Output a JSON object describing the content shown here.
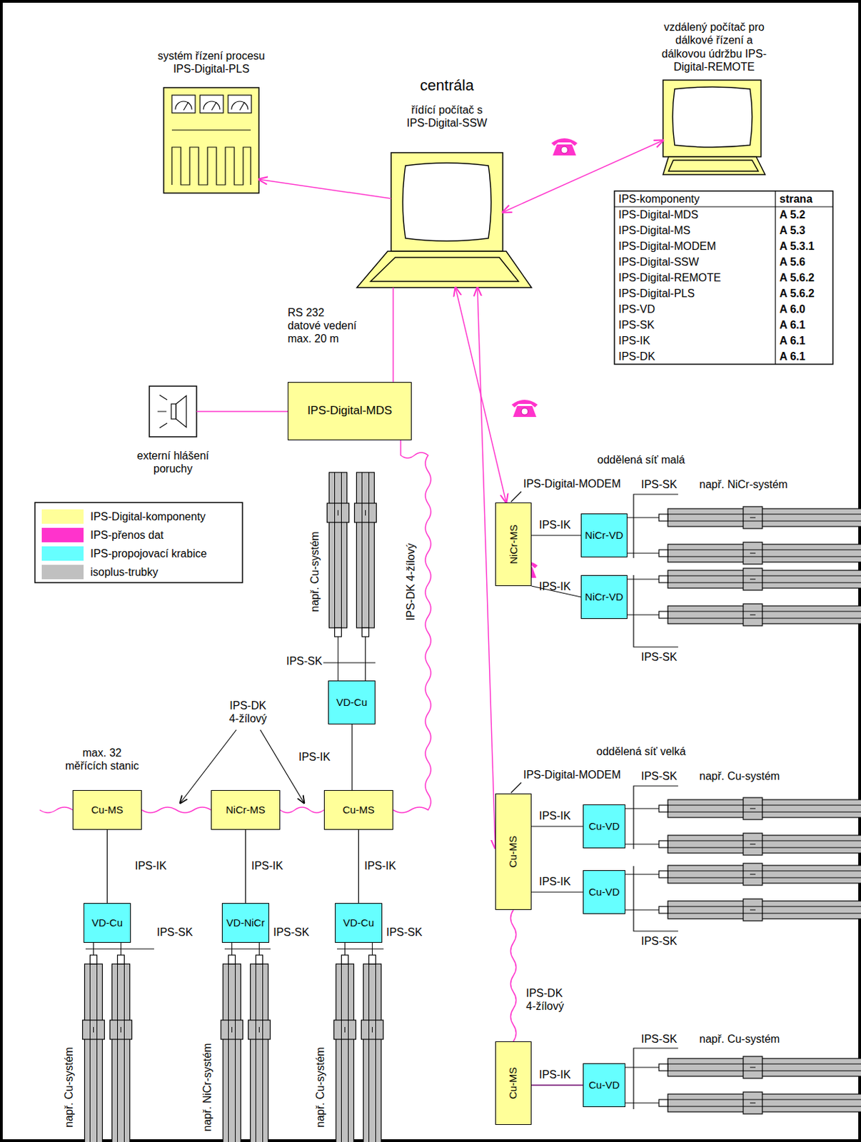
{
  "diagram": {
    "nodes": [
      {
        "text": [
          "vzdálený počítač pro dálkové řízení a dálkovou údržbu IPS-Digital-REMOTE"
        ]
      },
      {
        "text": [
          "systém řízení procesu IPS-Digital-PLS"
        ]
      },
      {
        "text": [
          "centrála",
          "řídící počítač s IPS-Digital-SSW"
        ]
      },
      {
        "text": [
          "IPS-Digital-MDS"
        ]
      },
      {
        "text": [
          "externí hlášení poruchy"
        ]
      },
      {
        "text": [
          "Cu-MS"
        ]
      },
      {
        "text": [
          "NiCr-MS"
        ]
      },
      {
        "text": [
          "Cu-MS"
        ]
      },
      {
        "text": [
          "VD-Cu"
        ]
      },
      {
        "text": [
          "VD-Cu"
        ]
      },
      {
        "text": [
          "VD-NiCr"
        ]
      },
      {
        "text": [
          "VD-Cu"
        ]
      },
      {
        "text": [
          "NiCr-MS"
        ]
      },
      {
        "text": [
          "NiCr-VD"
        ]
      },
      {
        "text": [
          "NiCr-VD"
        ]
      },
      {
        "text": [
          "Cu-MS"
        ]
      },
      {
        "text": [
          "Cu-VD"
        ]
      },
      {
        "text": [
          "Cu-VD"
        ]
      },
      {
        "text": [
          "Cu-MS"
        ]
      },
      {
        "text": [
          "Cu-VD"
        ]
      }
    ],
    "edges": [
      {
        "from": 2,
        "to": 1,
        "arrow": "to"
      },
      {
        "from": 2,
        "to": 0,
        "arrow": "both"
      },
      {
        "from": 2,
        "to": 3,
        "label": "RS 232 datové vedení max. 20 m",
        "arrow": "none"
      },
      {
        "from": 3,
        "to": 4,
        "arrow": "none"
      },
      {
        "from": 3,
        "to": 7,
        "label": "IPS-DK 4-žílový",
        "arrow": "none"
      },
      {
        "from": 8,
        "to": 7,
        "label": "IPS-IK",
        "arrow": "none"
      },
      {
        "from": 5,
        "to": 6,
        "arrow": "none"
      },
      {
        "from": 6,
        "to": 7,
        "arrow": "none"
      },
      {
        "from": 5,
        "to": 9,
        "label": "IPS-IK",
        "arrow": "none"
      },
      {
        "from": 6,
        "to": 10,
        "label": "IPS-IK",
        "arrow": "none"
      },
      {
        "from": 7,
        "to": 11,
        "label": "IPS-IK",
        "arrow": "none"
      },
      {
        "from": 2,
        "to": 12,
        "arrow": "both"
      },
      {
        "from": 2,
        "to": 15,
        "arrow": "both"
      },
      {
        "from": 12,
        "to": 13,
        "label": "IPS-IK",
        "arrow": "none"
      },
      {
        "from": 12,
        "to": 14,
        "label": "IPS-IK",
        "arrow": "none"
      },
      {
        "from": 15,
        "to": 16,
        "label": "IPS-IK",
        "arrow": "none"
      },
      {
        "from": 15,
        "to": 17,
        "label": "IPS-IK",
        "arrow": "none"
      },
      {
        "from": 15,
        "to": 18,
        "label": "IPS-DK 4-žílový",
        "arrow": "none"
      },
      {
        "from": 18,
        "to": 19,
        "label": "IPS-IK",
        "arrow": "none"
      }
    ],
    "labels": [
      "IPS-komponenty",
      "strana",
      "IPS-Digital-MDS",
      "A 5.2",
      "IPS-Digital-MS",
      "A 5.3",
      "IPS-Digital-MODEM",
      "A 5.3.1",
      "IPS-Digital-SSW",
      "A 5.6",
      "IPS-Digital-REMOTE",
      "A 5.6.2",
      "IPS-Digital-PLS",
      "A 5.6.2",
      "IPS-VD",
      "A 6.0",
      "IPS-SK",
      "A 6.1",
      "IPS-IK",
      "A 6.1",
      "IPS-DK",
      "A 6.1",
      "např. Cu-systém",
      "IPS-SK",
      "IPS-DK 4-žílový",
      "max. 32 měřících stanic",
      "IPS-SK",
      "IPS-SK",
      "IPS-SK",
      "např. Cu-systém",
      "např. NiCr-systém",
      "např. Cu-systém",
      "oddělená síť malá",
      "IPS-Digital-MODEM",
      "IPS-SK",
      "např. NiCr-systém",
      "IPS-SK",
      "oddělená síť velká",
      "IPS-Digital-MODEM",
      "IPS-SK",
      "např. Cu-systém",
      "IPS-SK",
      "IPS-SK",
      "např. Cu-systém"
    ],
    "legend": [
      {
        "text": "IPS-Digital-komponenty",
        "color": "#ffff99"
      },
      {
        "text": "IPS-přenos dat",
        "color": "#ff33cc"
      },
      {
        "text": "IPS-propojovací krabice",
        "color": "#66ffff"
      },
      {
        "text": "isoplus-trubky",
        "color": "#c0c0c0"
      }
    ]
  }
}
